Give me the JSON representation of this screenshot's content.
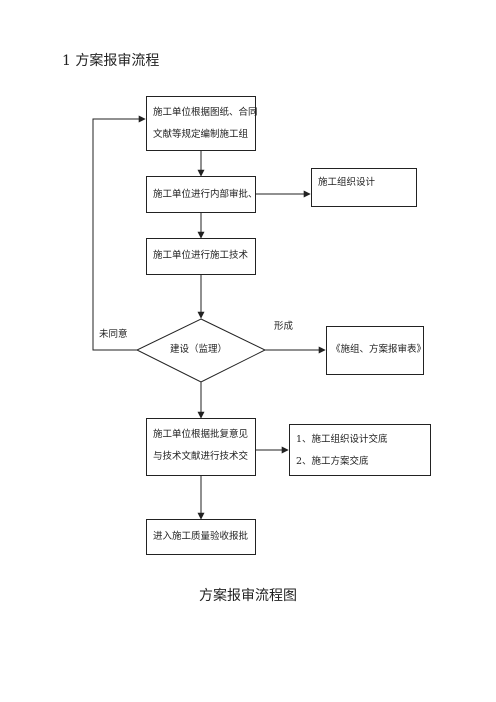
{
  "page": {
    "heading": "1  方案报审流程",
    "caption": "方案报审流程图"
  },
  "flow": {
    "step1": {
      "line1": "施工单位根据图纸、合同",
      "line2": "文献等规定编制施工组"
    },
    "step2": "施工单位进行内部审批、",
    "side_design": "施工组织设计",
    "step3": "施工单位进行施工技术",
    "decision": "建设（监理）",
    "label_reject": "未同意",
    "label_form": "形成",
    "side_form": "《施组、方案报审表》",
    "step4": {
      "line1": "施工单位根据批复意见",
      "line2": "与技术文献进行技术交"
    },
    "side_brief": {
      "line1": "1、施工组织设计交底",
      "line2": "2、施工方案交底"
    },
    "step5": "进入施工质量验收报批"
  }
}
